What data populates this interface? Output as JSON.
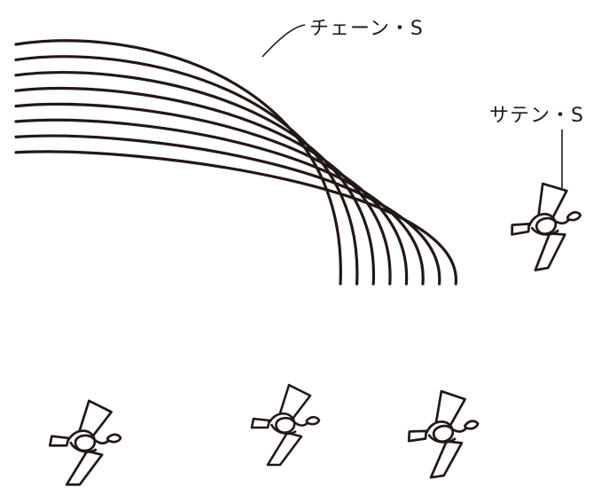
{
  "labels": {
    "chain_stitch": "チェーン・S",
    "satin_stitch": "サテン・S"
  },
  "colors": {
    "line": "#231815",
    "background": "#ffffff"
  },
  "figures": {
    "arc_line_count": 8,
    "bird_count": 4
  }
}
